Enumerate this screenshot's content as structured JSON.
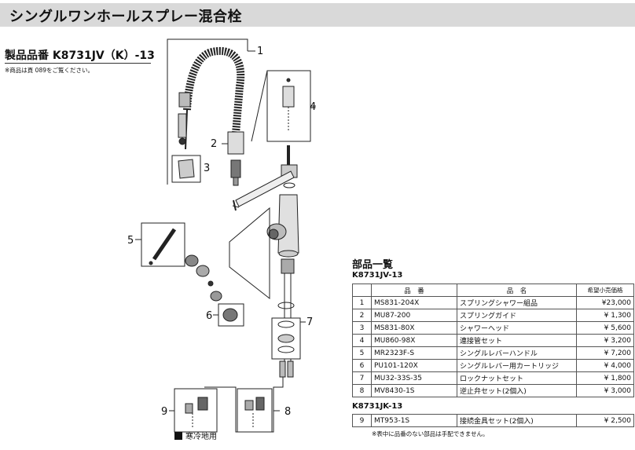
{
  "header": {
    "title": "シングルワンホールスプレー混合栓"
  },
  "product": {
    "label": "製品品番",
    "model": "K8731JV（K）-13",
    "note": "※商品は頁 089をご覧ください。"
  },
  "diagram": {
    "callouts": [
      "1",
      "2",
      "3",
      "4",
      "5",
      "6",
      "7",
      "8",
      "9"
    ],
    "legend": "寒冷地用"
  },
  "parts_list": {
    "title": "部品一覧",
    "headers": {
      "code": "品　番",
      "name": "品　名",
      "price": "希望小売価格"
    },
    "groups": [
      {
        "model": "K8731JV-13",
        "rows": [
          {
            "no": "1",
            "code": "MS831-204X",
            "name": "スプリングシャワー組品",
            "price": "¥23,000"
          },
          {
            "no": "2",
            "code": "MU87-200",
            "name": "スプリングガイド",
            "price": "¥ 1,300"
          },
          {
            "no": "3",
            "code": "MS831-80X",
            "name": "シャワーヘッド",
            "price": "¥ 5,600"
          },
          {
            "no": "4",
            "code": "MU860-98X",
            "name": "連接管セット",
            "price": "¥ 3,200"
          },
          {
            "no": "5",
            "code": "MR2323F-S",
            "name": "シングルレバーハンドル",
            "price": "¥ 7,200"
          },
          {
            "no": "6",
            "code": "PU101-120X",
            "name": "シングルレバー用カートリッジ",
            "price": "¥ 4,000"
          },
          {
            "no": "7",
            "code": "MU32-33S-35",
            "name": "ロックナットセット",
            "price": "¥ 1,800"
          },
          {
            "no": "8",
            "code": "MV8430-1S",
            "name": "逆止弁セット(2個入)",
            "price": "¥ 3,000"
          }
        ]
      },
      {
        "model": "K8731JK-13",
        "rows": [
          {
            "no": "9",
            "code": "MT953-1S",
            "name": "接続金具セット(2個入)",
            "price": "¥ 2,500"
          }
        ]
      }
    ],
    "note": "※表中に品番のない部品は手配できません。"
  }
}
